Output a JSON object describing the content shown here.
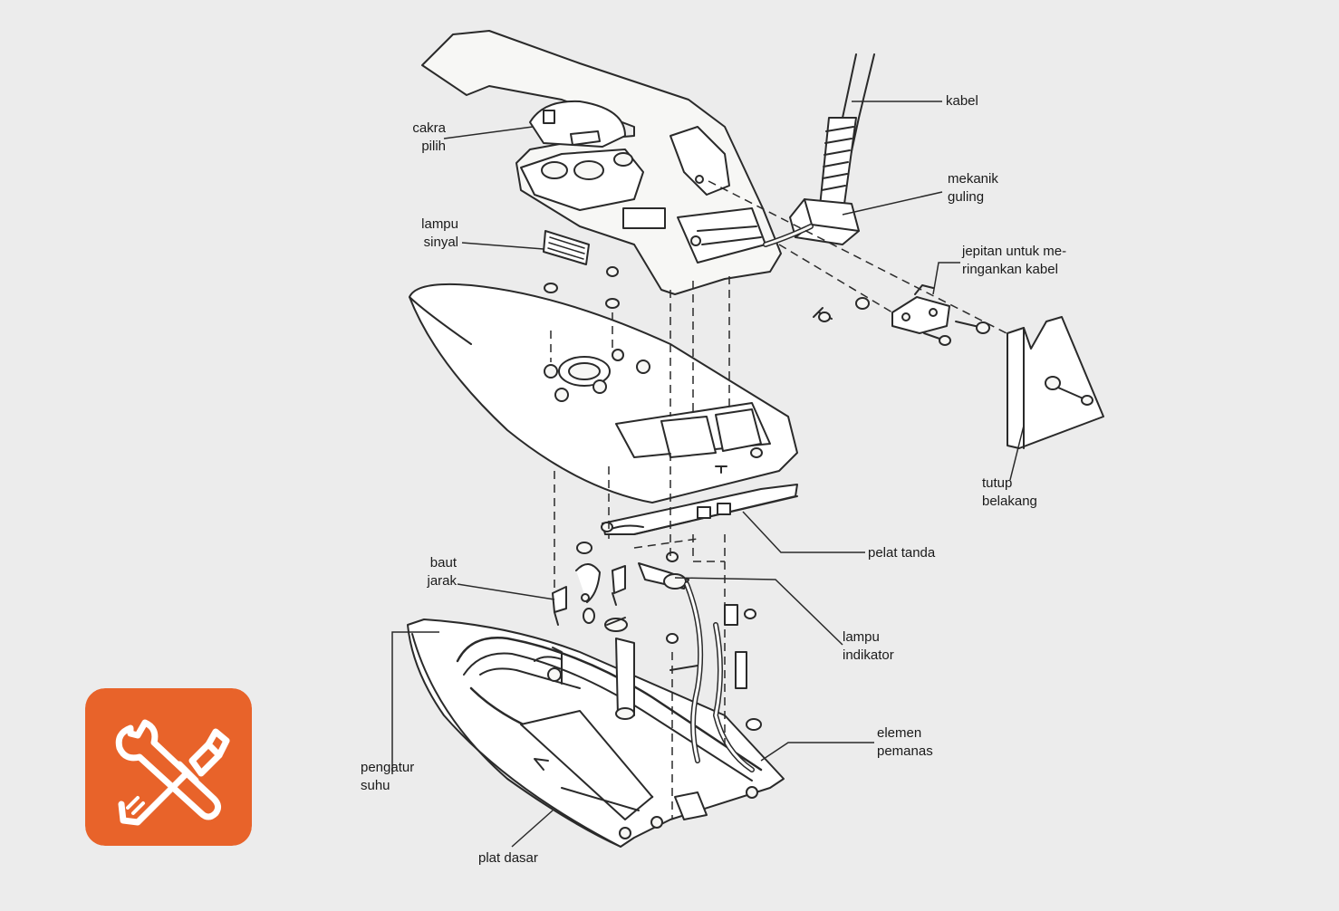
{
  "labels": {
    "cakra_pilih": [
      "cakra",
      "pilih"
    ],
    "lampu_sinyal": [
      "lampu",
      "sinyal"
    ],
    "kabel": [
      "kabel"
    ],
    "mekanik_guling": [
      "mekanik",
      "guling"
    ],
    "jepitan": [
      "jepitan untuk me-",
      "ringankan kabel"
    ],
    "tutup_belakang": [
      "tutup",
      "belakang"
    ],
    "pelat_tanda": [
      "pelat tanda"
    ],
    "baut_jarak": [
      "baut",
      "jarak"
    ],
    "lampu_indikator": [
      "lampu",
      "indikator"
    ],
    "elemen_pemanas": [
      "elemen",
      "pemanas"
    ],
    "pengatur_suhu": [
      "pengatur",
      "suhu"
    ],
    "plat_dasar": [
      "plat dasar"
    ]
  },
  "badge": {
    "icon": "wrench-screwdriver-icon",
    "color": "#e8632a",
    "icon_color": "#ffffff"
  },
  "colors": {
    "background": "#ececec",
    "line": "#2a2a2a",
    "part_fill": "#f7f7f5"
  }
}
